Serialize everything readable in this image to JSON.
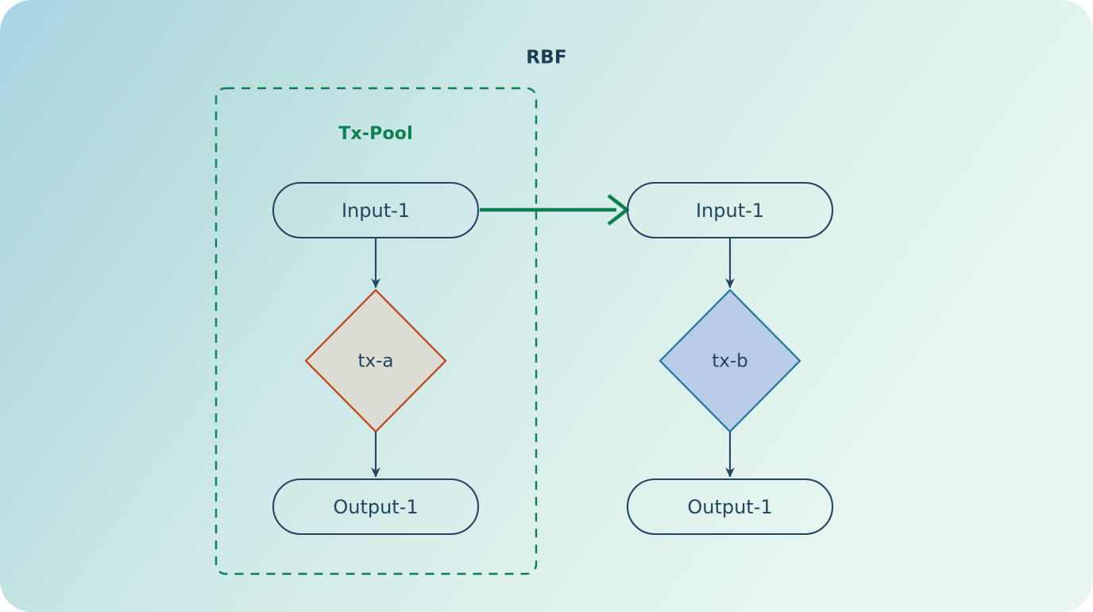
{
  "diagram": {
    "title": "RBF",
    "group": {
      "label": "Tx-Pool",
      "border_style": "dashed",
      "border_color": "#0e7f50"
    },
    "colors": {
      "title_text": "#1d3d57",
      "group_label": "#0e7f50",
      "node_stroke": "#24455f",
      "node_text": "#24455f",
      "rbf_arrow": "#0e7f50",
      "tx_a_stroke": "#c0461f",
      "tx_a_fill": "#dcdcd2",
      "tx_b_stroke": "#2478a0",
      "tx_b_fill": "#bacde8",
      "background_from": "#a9d5e3",
      "background_to": "#e9f6f0"
    },
    "left_chain": {
      "input": "Input-1",
      "tx": "tx-a",
      "output": "Output-1"
    },
    "right_chain": {
      "input": "Input-1",
      "tx": "tx-b",
      "output": "Output-1"
    },
    "edges": [
      {
        "name": "rbf-replacement",
        "from": "left-input-1",
        "to": "right-input-1",
        "color": "#0e7f50"
      },
      {
        "name": "left-input-to-tx-a",
        "from": "left-input-1",
        "to": "tx-a",
        "color": "#24455f"
      },
      {
        "name": "tx-a-to-left-output",
        "from": "tx-a",
        "to": "left-output-1",
        "color": "#24455f"
      },
      {
        "name": "right-input-to-tx-b",
        "from": "right-input-1",
        "to": "tx-b",
        "color": "#24455f"
      },
      {
        "name": "tx-b-to-right-output",
        "from": "tx-b",
        "to": "right-output-1",
        "color": "#24455f"
      }
    ]
  }
}
